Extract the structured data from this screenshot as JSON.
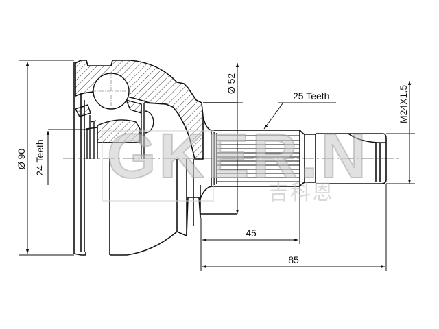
{
  "drawing": {
    "subject": "CV joint (outer constant-velocity joint) technical drawing",
    "line_color": "#111111",
    "background": "#ffffff",
    "dimensions": {
      "outer_diameter": "Ø 90",
      "inner_spline_teeth": "24 Teeth",
      "flange_diameter": "Ø 52",
      "shaft_spline_teeth": "25 Teeth",
      "thread": "M24X1.5",
      "spline_length": "45",
      "shaft_length": "85"
    },
    "watermark": {
      "latin": "GKER.N",
      "cjk": "吉科恩"
    }
  }
}
